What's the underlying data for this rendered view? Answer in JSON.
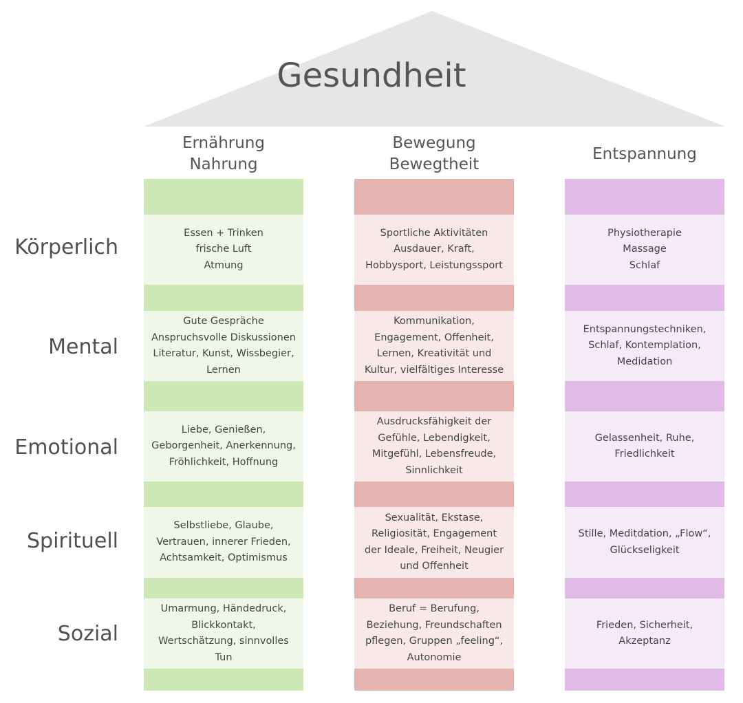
{
  "title": "Gesundheit",
  "colors": {
    "roof": "#e6e6e6",
    "ernaehrung_band": "#cde8b6",
    "ernaehrung_cell": "#eef7e8",
    "bewegung_band": "#e3b4b1",
    "bewegung_cell": "#f8e9e8",
    "entspannung_band": "#dfbbe5",
    "entspannung_cell": "#f5eaf7"
  },
  "columns": [
    {
      "line1": "Ernährung",
      "line2": "Nahrung"
    },
    {
      "line1": "Bewegung",
      "line2": "Bewegtheit"
    },
    {
      "line1": "Entspannung",
      "line2": ""
    }
  ],
  "rows": [
    "Körperlich",
    "Mental",
    "Emotional",
    "Spirituell",
    "Sozial"
  ],
  "cells": {
    "ernaehrung": [
      [
        "Essen + Trinken",
        "frische Luft",
        "Atmung"
      ],
      [
        "Gute Gespräche",
        "Anspruchsvolle Diskussionen",
        "Literatur, Kunst, Wissbegier,",
        "Lernen"
      ],
      [
        "Liebe, Genießen,",
        "Geborgenheit, Anerkennung,",
        "Fröhlichkeit, Hoffnung"
      ],
      [
        "Selbstliebe, Glaube,",
        "Vertrauen, innerer Frieden,",
        "Achtsamkeit, Optimismus"
      ],
      [
        "Umarmung, Händedruck,",
        "Blickkontakt,",
        "Wertschätzung, sinnvolles",
        "Tun"
      ]
    ],
    "bewegung": [
      [
        "Sportliche Aktivitäten",
        "Ausdauer, Kraft,",
        "Hobbysport, Leistungssport"
      ],
      [
        "Kommunikation,",
        "Engagement, Offenheit,",
        "Lernen, Kreativität und",
        "Kultur, vielfältiges Interesse"
      ],
      [
        "Ausdrucksfähigkeit der",
        "Gefühle, Lebendigkeit,",
        "Mitgefühl, Lebensfreude,",
        "Sinnlichkeit"
      ],
      [
        "Sexualität, Ekstase,",
        "Religiosität, Engagement",
        "der Ideale, Freiheit, Neugier",
        "und Offenheit"
      ],
      [
        "Beruf = Berufung,",
        "Beziehung, Freundschaften",
        "pflegen, Gruppen „feeling“,",
        "Autonomie"
      ]
    ],
    "entspannung": [
      [
        "Physiotherapie",
        "Massage",
        "Schlaf"
      ],
      [
        "Entspannungstechniken,",
        "Schlaf, Kontemplation,",
        "Medidation"
      ],
      [
        "Gelassenheit, Ruhe,",
        "Friedlichkeit"
      ],
      [
        "Stille, Meditdation, „Flow“,",
        "Glückseligkeit"
      ],
      [
        "Frieden, Sicherheit,",
        "Akzeptanz"
      ]
    ]
  }
}
